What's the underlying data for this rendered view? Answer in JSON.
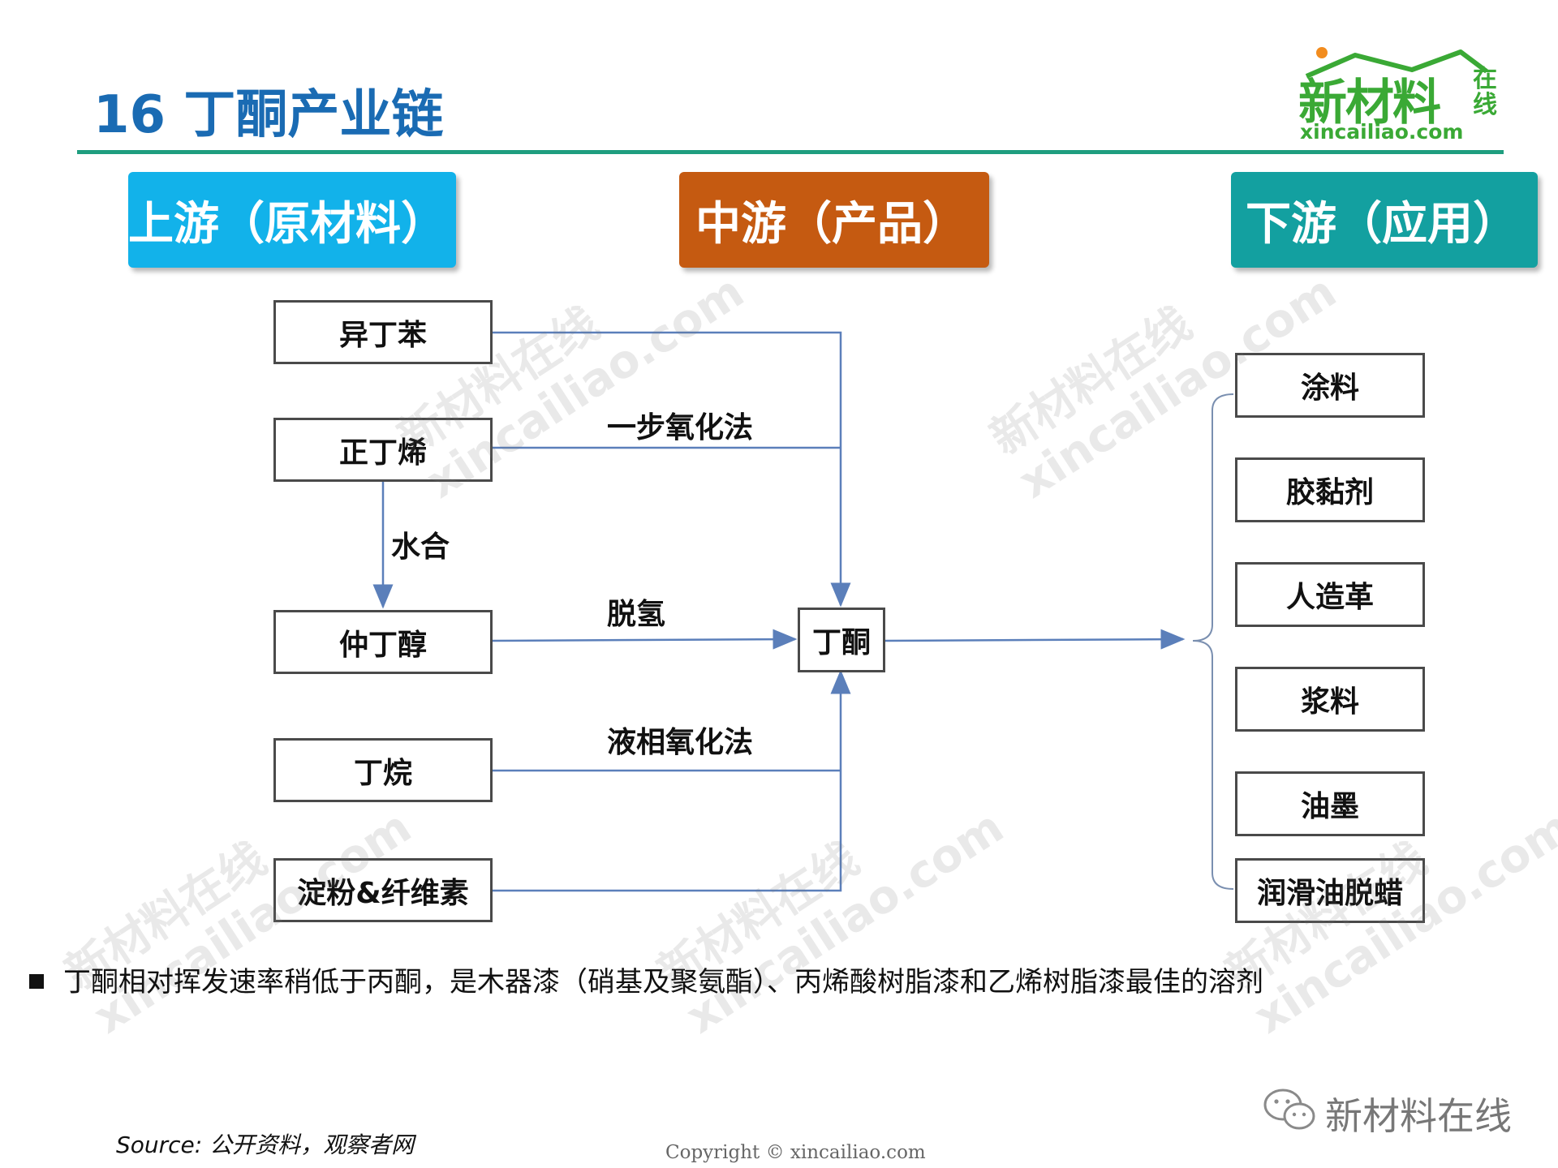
{
  "slide": {
    "title": "16  丁酮产业链",
    "accent_color": "#1f9e7f",
    "title_color": "#1a6bb3"
  },
  "logo": {
    "name": "新材料",
    "side_text": "在线",
    "domain": "xincailiao.com",
    "icon": "house-roof-logo-icon",
    "color": "#3aa935"
  },
  "headers": {
    "upstream": {
      "label": "上游（原材料）",
      "color": "#12b2ea"
    },
    "midstream": {
      "label": "中游（产品）",
      "color": "#c55a11"
    },
    "downstream": {
      "label": "下游（应用）",
      "color": "#13a0a0"
    }
  },
  "diagram": {
    "raw_materials": [
      "异丁苯",
      "正丁烯",
      "仲丁醇",
      "丁烷",
      "淀粉&纤维素"
    ],
    "product": "丁酮",
    "applications": [
      "涂料",
      "胶黏剂",
      "人造革",
      "浆料",
      "油墨",
      "润滑油脱蜡"
    ],
    "edge_labels": {
      "one_step_oxidation": "一步氧化法",
      "hydration": "水合",
      "dehydrogenation": "脱氢",
      "liquid_phase_oxidation": "液相氧化法"
    },
    "line_color": "#5b7fba"
  },
  "watermark": {
    "cn": "新材料在线",
    "en": "xincailiao.com"
  },
  "notes": {
    "bullet": "丁酮相对挥发速率稍低于丙酮，是木器漆（硝基及聚氨酯）、丙烯酸树脂漆和乙烯树脂漆最佳的溶剂",
    "source": "Source: 公开资料，观察者网",
    "copyright": "Copyright © xincailiao.com",
    "wechat_account": "新材料在线",
    "wechat_icon": "wechat-icon"
  }
}
